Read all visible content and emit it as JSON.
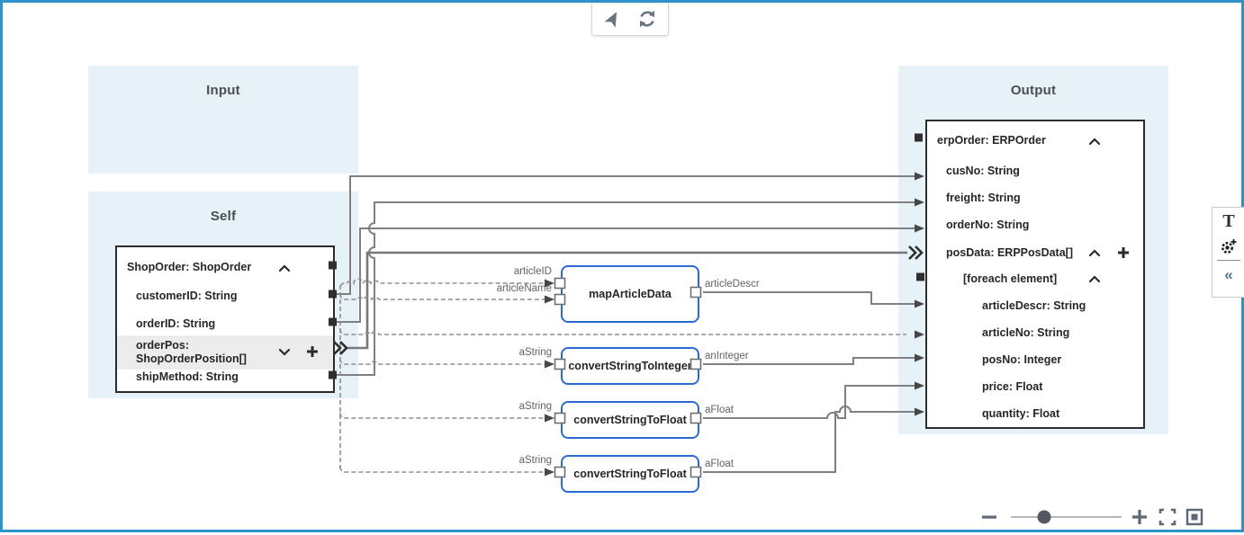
{
  "panels": {
    "input": "Input",
    "self": "Self",
    "output": "Output"
  },
  "self_tree": {
    "rows": [
      "ShopOrder: ShopOrder",
      "customerID: String",
      "orderID: String",
      "orderPos: ShopOrderPosition[]",
      "shipMethod: String"
    ],
    "selected_row": "orderPos: ShopOrderPosition[]"
  },
  "output_tree": {
    "rows": [
      "erpOrder: ERPOrder",
      "cusNo: String",
      "freight: String",
      "orderNo: String",
      "posData: ERPPosData[]",
      "[foreach element]",
      "articleDescr: String",
      "articleNo: String",
      "posNo: Integer",
      "price: Float",
      "quantity: Float"
    ]
  },
  "function_boxes": [
    "mapArticleData",
    "convertStringToInteger",
    "convertStringToFloat",
    "convertStringToFloat"
  ],
  "port_labels": {
    "article_id": "articleID",
    "article_name": "articleName",
    "article_descr": "articleDescr",
    "a_string": "aString",
    "an_integer": "anInteger",
    "a_float": "aFloat"
  },
  "edges": [
    {
      "from": "ShopOrder.customerID",
      "to": "erpOrder.cusNo",
      "style": "solid"
    },
    {
      "from": "ShopOrder.shipMethod",
      "to": "erpOrder.freight",
      "style": "solid"
    },
    {
      "from": "ShopOrder.orderID",
      "to": "erpOrder.orderNo",
      "style": "solid"
    },
    {
      "from": "ShopOrder.orderPos",
      "to": "erpOrder.posData",
      "style": "solid"
    },
    {
      "from": "ShopOrder.orderPos",
      "to": "mapArticleData.articleID",
      "style": "dashed"
    },
    {
      "from": "ShopOrder.orderPos",
      "to": "mapArticleData.articleName",
      "style": "dashed"
    },
    {
      "from": "ShopOrder.orderPos",
      "to": "erpOrder.posData.articleNo",
      "style": "dashed"
    },
    {
      "from": "ShopOrder.orderPos",
      "to": "convertStringToInteger.aString",
      "style": "dashed"
    },
    {
      "from": "ShopOrder.orderPos",
      "to": "convertStringToFloat_1.aString",
      "style": "dashed"
    },
    {
      "from": "ShopOrder.orderPos",
      "to": "convertStringToFloat_2.aString",
      "style": "dashed"
    },
    {
      "from": "mapArticleData.articleDescr",
      "to": "erpOrder.posData.articleDescr",
      "style": "solid"
    },
    {
      "from": "convertStringToInteger.anInteger",
      "to": "erpOrder.posData.posNo",
      "style": "solid"
    },
    {
      "from": "convertStringToFloat_1.aFloat",
      "to": "erpOrder.posData.price",
      "style": "solid"
    },
    {
      "from": "convertStringToFloat_2.aFloat",
      "to": "erpOrder.posData.quantity",
      "style": "solid"
    }
  ],
  "sidebar": {
    "text_tool": "T",
    "collapse": "«"
  },
  "toolbar_icons": [
    "navigation",
    "refresh"
  ],
  "sidebar_icons": [
    "text-tool",
    "add-function",
    "collapse-panel"
  ],
  "zoom_controls": {
    "slider_fraction": 0.3,
    "icons": [
      "zoom-out",
      "zoom-slider",
      "zoom-in",
      "fullscreen",
      "fit-to-screen"
    ]
  },
  "colors": {
    "frame": "#2e93c9",
    "panel": "#e7f1f8",
    "function_border": "#2a6bd2",
    "wire": "#808080",
    "selected_row": "#ececec"
  }
}
